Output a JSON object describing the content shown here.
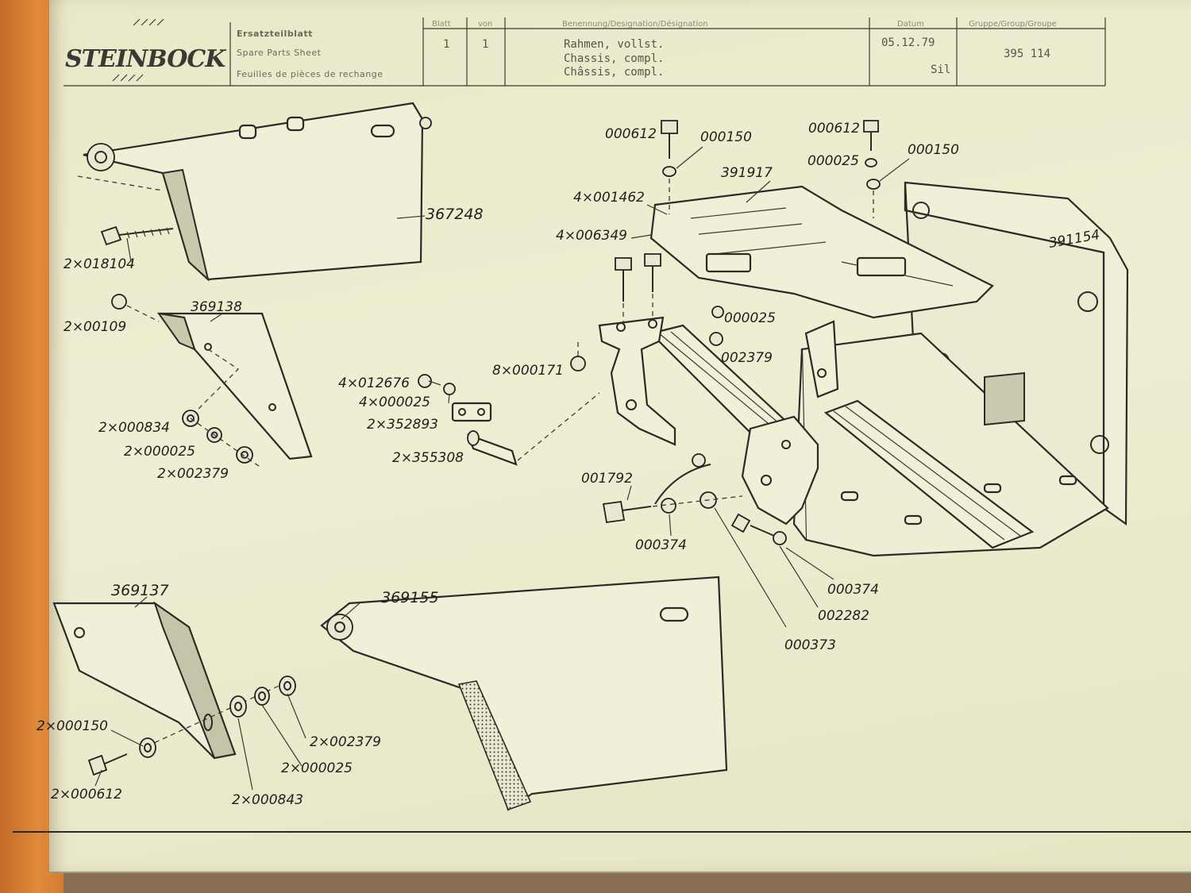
{
  "header": {
    "logo": "STEINBOCK",
    "sheet_title_de": "Ersatzteilblatt",
    "sheet_title_en": "Spare Parts Sheet",
    "sheet_title_fr": "Feuilles de pièces de rechange",
    "col_blatt_label": "Blatt",
    "col_blatt_value": "1",
    "col_von_label": "von",
    "col_von_value": "1",
    "designation_label": "Benennung/Designation/Désignation",
    "designation_de": "Rahmen, vollst.",
    "designation_en": "Chassis, compl.",
    "designation_fr": "Châssis, compl.",
    "date_label": "Datum",
    "date_value": "05.12.79",
    "date_sub": "Sil",
    "group_label": "Gruppe/Group/Groupe",
    "group_value": "395 114"
  },
  "callouts": [
    "000612",
    "000150",
    "000612",
    "000025",
    "000150",
    "391917",
    "4×001462",
    "4×006349",
    "367248",
    "2×018104",
    "2×00109",
    "369138",
    "000025",
    "002379",
    "8×000171",
    "4×012676",
    "4×000025",
    "2×352893",
    "2×355308",
    "2×000834",
    "2×000025",
    "2×002379",
    "001792",
    "000374",
    "000374",
    "002282",
    "000373",
    "369137",
    "369155",
    "2×000150",
    "2×002379",
    "2×000025",
    "2×000612",
    "2×000843",
    "391154"
  ]
}
